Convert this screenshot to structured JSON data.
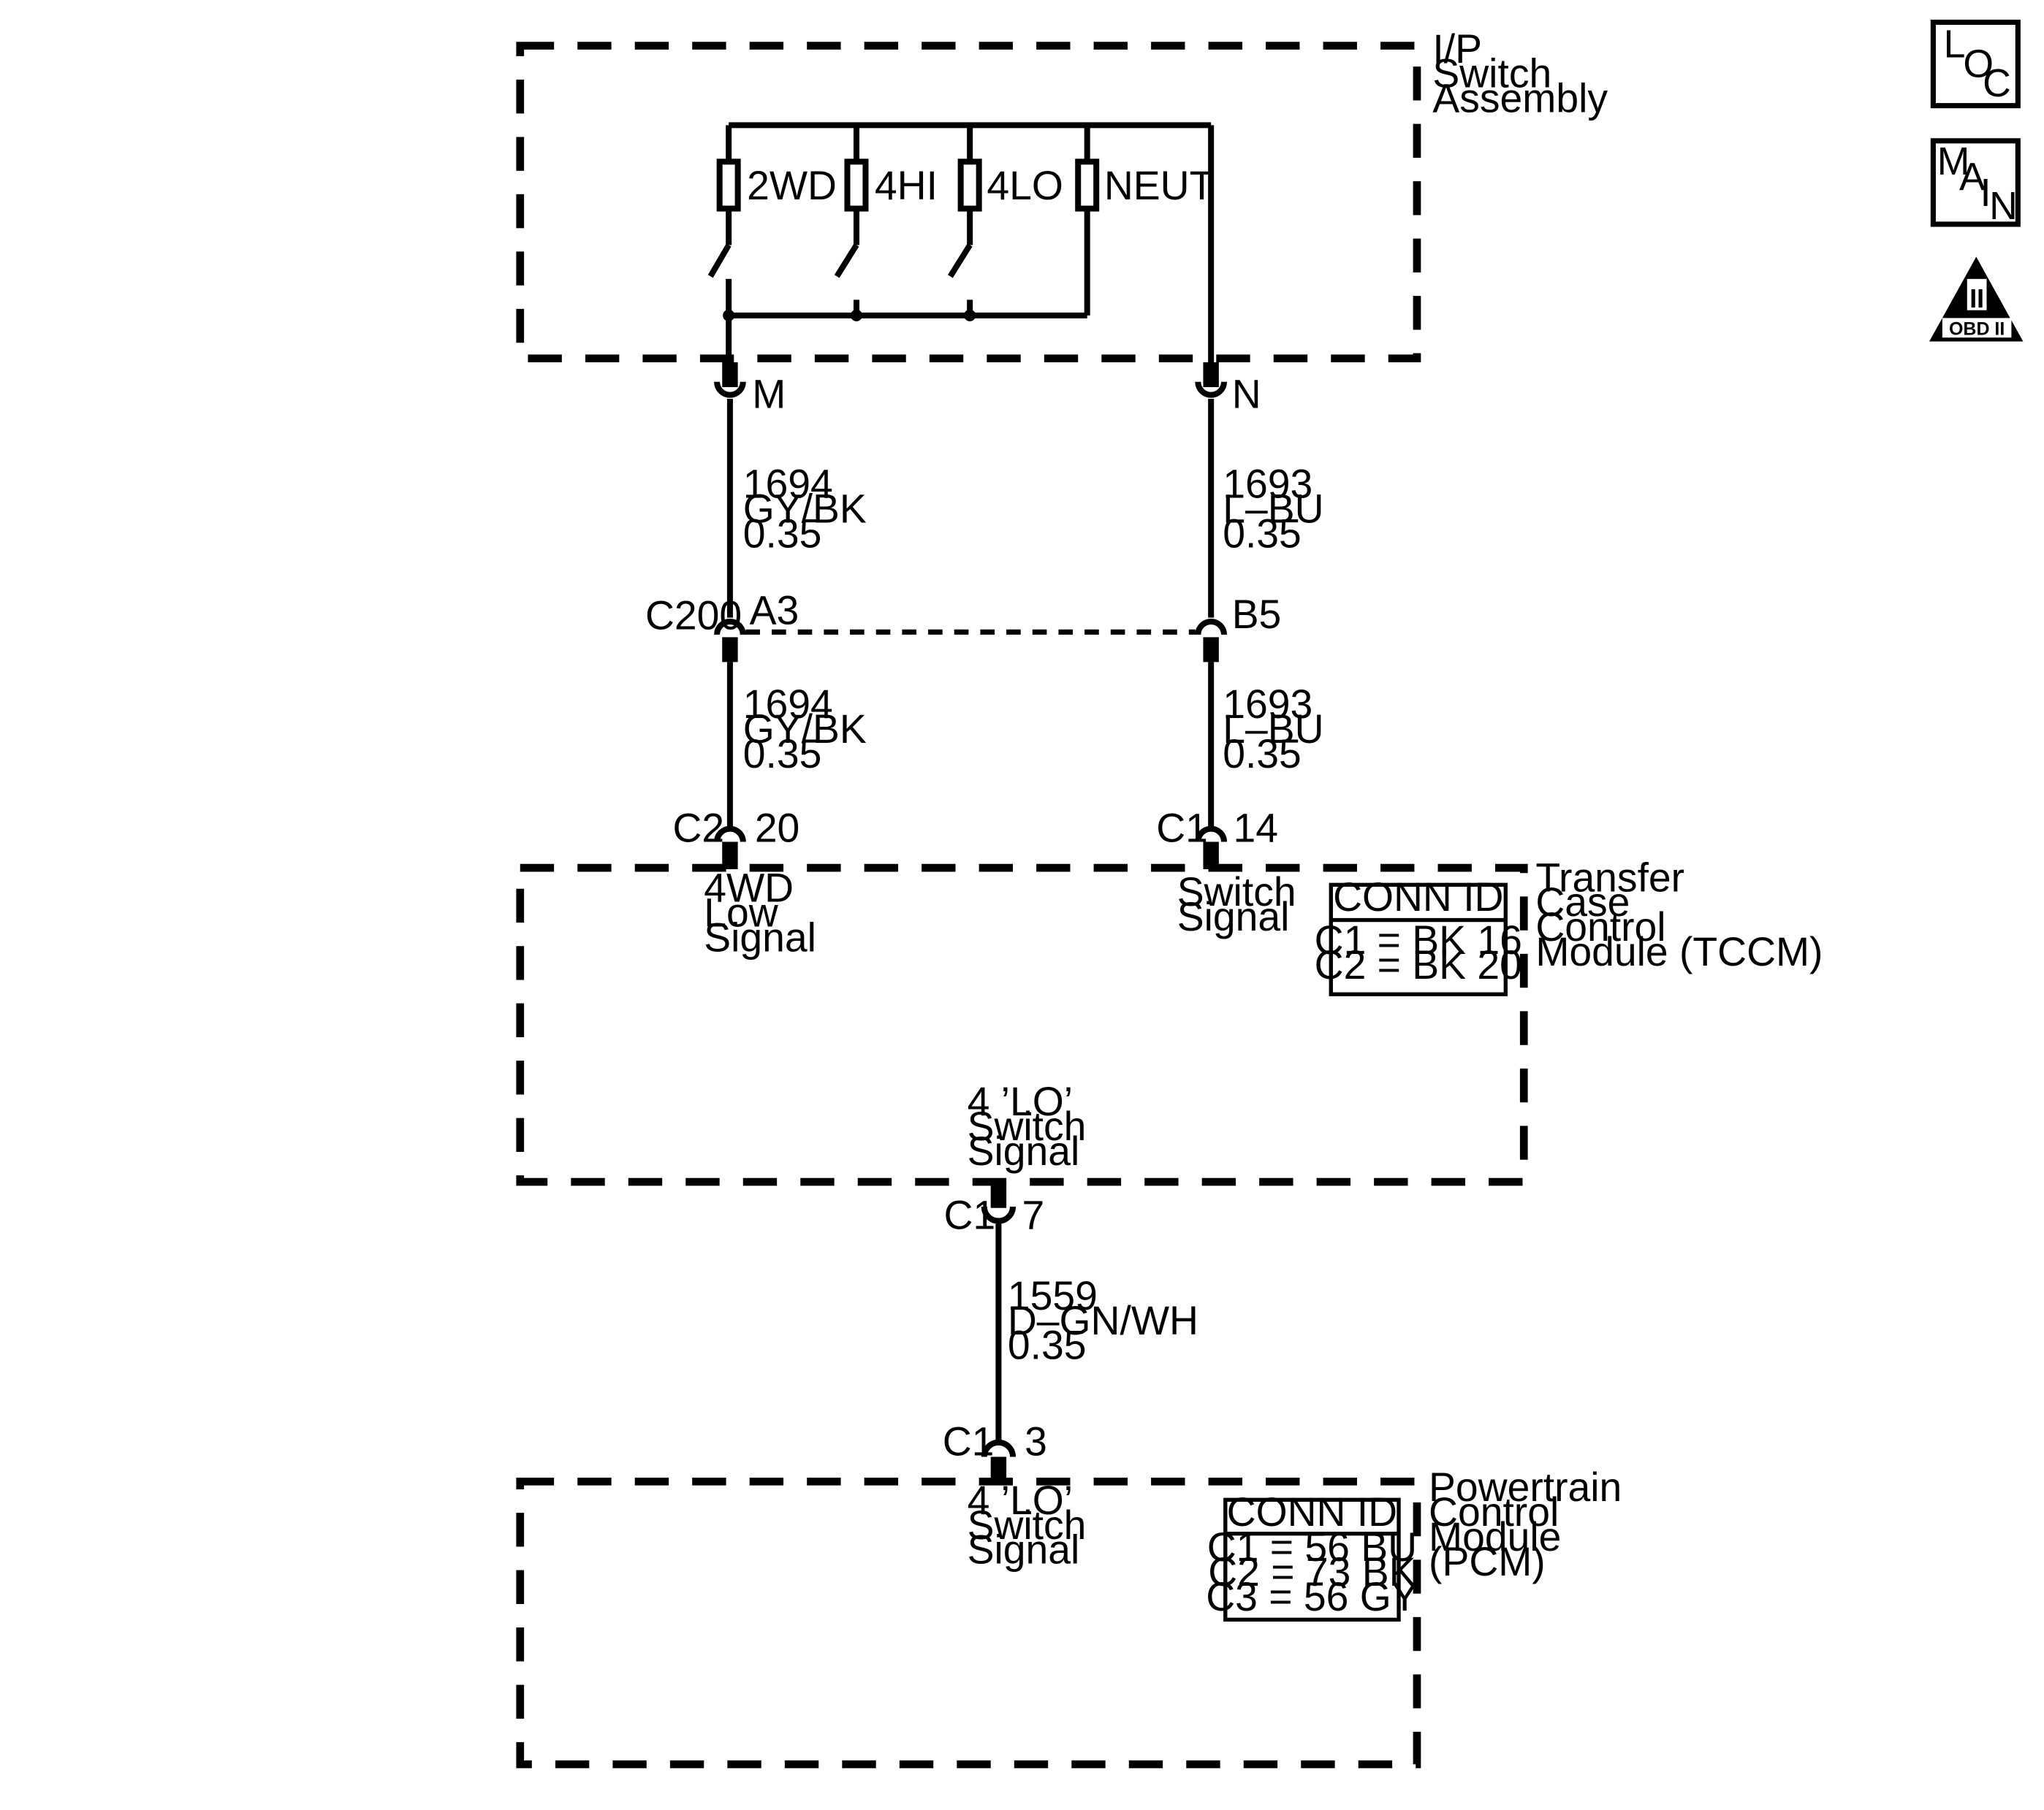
{
  "legend_icons": {
    "loc": [
      "L",
      "O",
      "C"
    ],
    "main": [
      "M",
      "A",
      "I",
      "N"
    ],
    "obd": {
      "numeral": "II",
      "label": "OBD II"
    }
  },
  "modules": {
    "ip_switch": [
      "I/P",
      "Switch",
      "Assembly"
    ],
    "tccm": [
      "Transfer",
      "Case",
      "Control",
      "Module (TCCM)"
    ],
    "pcm": [
      "Powertrain",
      "Control",
      "Module",
      "(PCM)"
    ]
  },
  "switches": [
    "2WD",
    "4HI",
    "4LO",
    "NEUT"
  ],
  "connectors": {
    "ip_m": "M",
    "ip_n": "N",
    "c200": "C200",
    "c200_a3": "A3",
    "c200_b5": "B5",
    "tccm_c2": "C2",
    "tccm_c2_pin": "20",
    "tccm_c1": "C1",
    "tccm_c1_pin": "14",
    "tccm_out_c1": "C1",
    "tccm_out_pin": "7",
    "pcm_c1": "C1",
    "pcm_pin": "3"
  },
  "wires": {
    "w1694_upper": [
      "1694",
      "GY/BK",
      "0.35"
    ],
    "w1693_upper": [
      "1693",
      "L–BU",
      "0.35"
    ],
    "w1694_lower": [
      "1694",
      "GY/BK",
      "0.35"
    ],
    "w1693_lower": [
      "1693",
      "L–BU",
      "0.35"
    ],
    "w1559": [
      "1559",
      "D–GN/WH",
      "0.35"
    ]
  },
  "signals": {
    "tccm_4wd_low": [
      "4WD",
      "Low",
      "Signal"
    ],
    "tccm_switch": [
      "Switch",
      "Signal"
    ],
    "tccm_4lo_out": [
      "4 ’LO’",
      "Switch",
      "Signal"
    ],
    "pcm_4lo_in": [
      "4 ’LO’",
      "Switch",
      "Signal"
    ]
  },
  "conn_id_tables": {
    "tccm": {
      "title": "CONN ID",
      "rows": [
        "C1 = BK 16",
        "C2 = BK 20"
      ]
    },
    "pcm": {
      "title": "CONN ID",
      "rows": [
        "C1 = 56 BU",
        "C2 = 73 BK",
        "C3 = 56 GY"
      ]
    }
  }
}
